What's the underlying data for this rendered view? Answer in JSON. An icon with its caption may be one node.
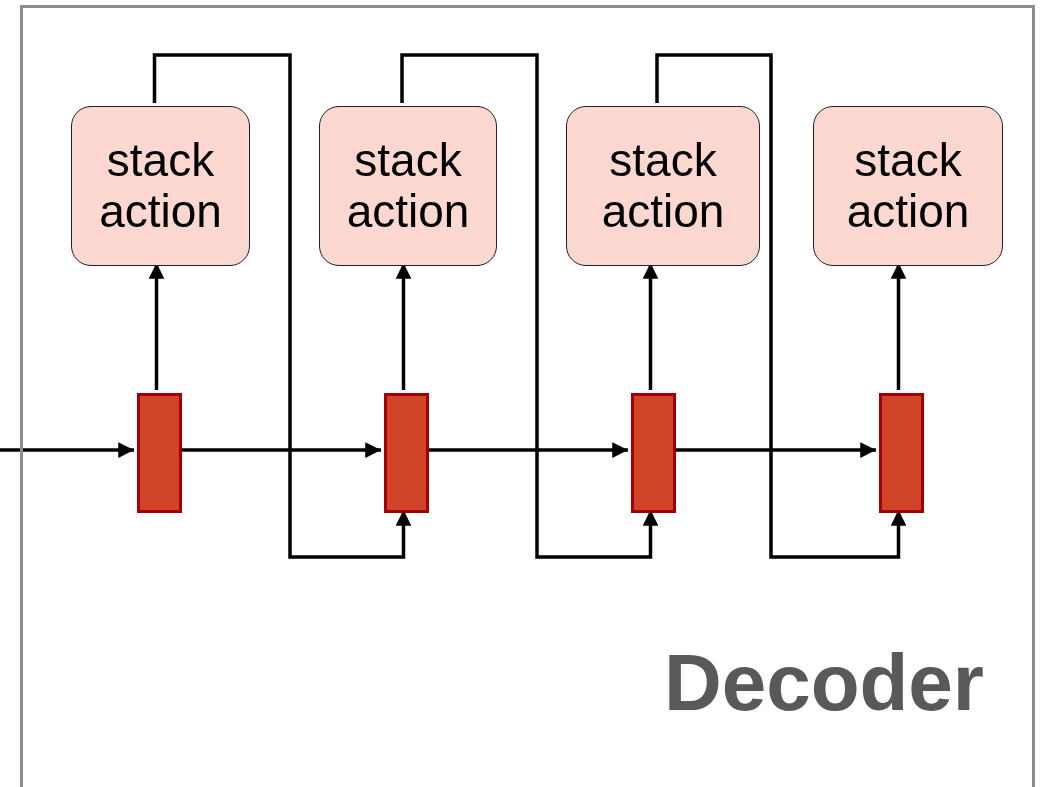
{
  "diagram": {
    "nodes": [
      {
        "text": [
          "Decoder"
        ]
      },
      {
        "text": [
          "stack action"
        ],
        "in": 0
      },
      {
        "text": [
          "stack action"
        ],
        "in": 0
      },
      {
        "text": [
          "stack action"
        ],
        "in": 0
      },
      {
        "text": [
          "stack action"
        ],
        "in": 0
      },
      {
        "text": [],
        "shape": "bar",
        "in": 0
      },
      {
        "text": [],
        "shape": "bar",
        "in": 0
      },
      {
        "text": [],
        "shape": "bar",
        "in": 0
      },
      {
        "text": [],
        "shape": "bar",
        "in": 0
      }
    ],
    "edges": [
      {
        "from": null,
        "to": 5,
        "arrow": "to"
      },
      {
        "from": 5,
        "to": 1,
        "arrow": "to"
      },
      {
        "from": 6,
        "to": 2,
        "arrow": "to"
      },
      {
        "from": 7,
        "to": 3,
        "arrow": "to"
      },
      {
        "from": 8,
        "to": 4,
        "arrow": "to"
      },
      {
        "from": 5,
        "to": 6,
        "arrow": "to"
      },
      {
        "from": 6,
        "to": 7,
        "arrow": "to"
      },
      {
        "from": 7,
        "to": 8,
        "arrow": "to"
      },
      {
        "from": 1,
        "to": 6,
        "arrow": "to"
      },
      {
        "from": 2,
        "to": 7,
        "arrow": "to"
      },
      {
        "from": 3,
        "to": 8,
        "arrow": "to"
      }
    ]
  }
}
